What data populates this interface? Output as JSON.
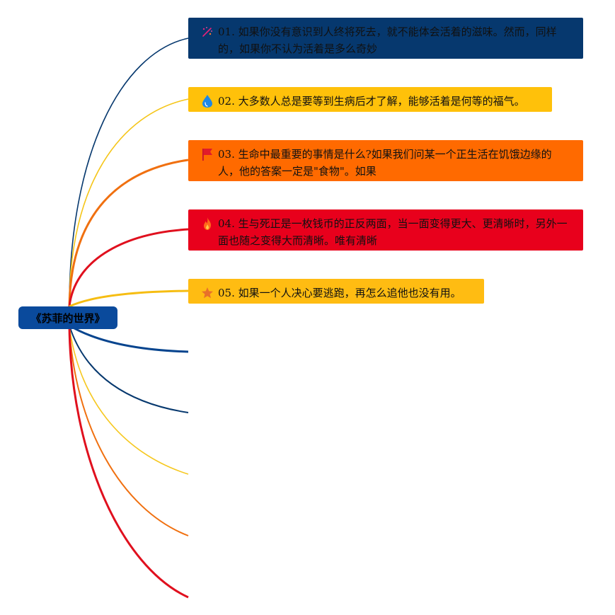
{
  "root": {
    "label": "《苏菲的世界》"
  },
  "nodes": [
    {
      "text": "01. 如果你没有意识到人终将死去，就不能体会活着的滋味。然而，同样的，如果你不认为活着是多么奇妙",
      "icon": "sparkles-icon",
      "color": "#06386e"
    },
    {
      "text": "02. 大多数人总是要等到生病后才了解，能够活着是何等的福气。",
      "icon": "water-drop-icon",
      "color": "#ffc10a"
    },
    {
      "text": "03. 生命中最重要的事情是什么?如果我们问某一个正生活在饥饿边缘的人，他的答案一定是\"食物\"。如果",
      "icon": "flag-icon",
      "color": "#ff6a00"
    },
    {
      "text": "04. 生与死正是一枚钱币的正反两面，当一面变得更大、更清晰时，另外一面也随之变得大而清晰。唯有清晰",
      "icon": "fire-icon",
      "color": "#e8001c"
    },
    {
      "text": "05. 如果一个人决心要逃跑，再怎么追他也没有用。",
      "icon": "star-icon",
      "color": "#ffbc12"
    }
  ],
  "branch_colors": [
    "#06386e",
    "#f5c518",
    "#f07010",
    "#e0101e",
    "#f6bd12",
    "#06448e",
    "#06386e",
    "#f6c820",
    "#f07010",
    "#e0101e"
  ]
}
